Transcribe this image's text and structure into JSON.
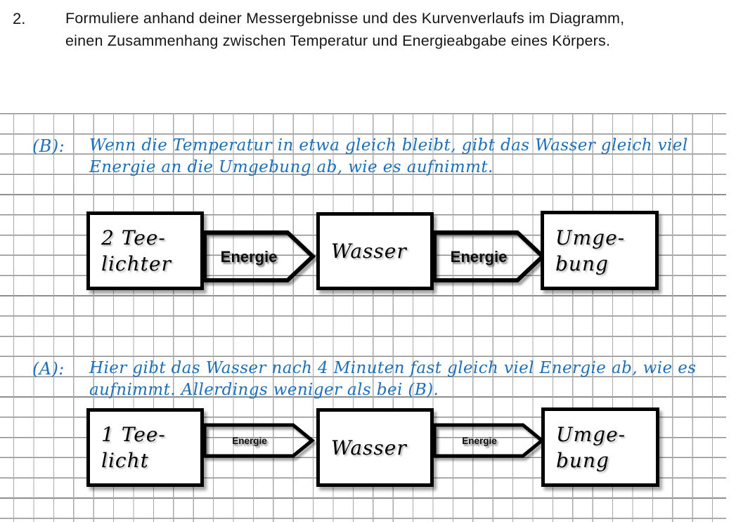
{
  "task": {
    "number": "2.",
    "lines": [
      "Formuliere anhand deiner Messergebnisse und des Kurvenverlaufs im Diagramm,",
      "einen Zusammenhang zwischen Temperatur und Energieabgabe eines Körpers."
    ]
  },
  "answers": {
    "b": {
      "label": "(B):",
      "lines": [
        "Wenn die Temperatur in etwa gleich bleibt, gibt das Wasser gleich viel",
        "Energie an die Umgebung ab, wie es aufnimmt."
      ]
    },
    "a": {
      "label": "(A):",
      "lines": [
        "Hier gibt das Wasser nach 4 Minuten fast gleich viel Energie ab, wie es",
        "aufnimmt. Allerdings weniger als bei (B)."
      ]
    }
  },
  "diagram_b": {
    "source_line1": "2 Tee-",
    "source_line2": "lichter",
    "middle": "Wasser",
    "sink_line1": "Umge-",
    "sink_line2": "bung",
    "arrow1_label": "Energie",
    "arrow2_label": "Energie"
  },
  "diagram_a": {
    "source_line1": "1 Tee-",
    "source_line2": "licht",
    "middle": "Wasser",
    "sink_line1": "Umge-",
    "sink_line2": "bung",
    "arrow1_label": "Energie",
    "arrow2_label": "Energie"
  },
  "colors": {
    "handwriting_blue": "#1c6fb8",
    "grid_horizontal_line": "#8e8e8e",
    "grid_vertical_line": "#a9a9a9",
    "box_border": "#000000",
    "page_background": "#ffffff"
  }
}
